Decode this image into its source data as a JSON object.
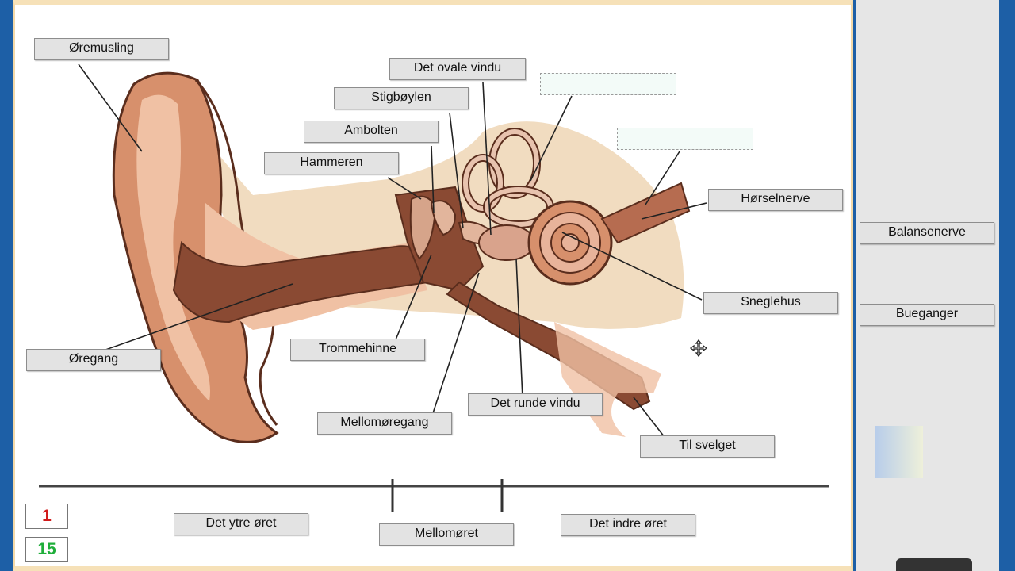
{
  "diagram": {
    "labels": [
      {
        "key": "oremusling",
        "text": "Øremusling"
      },
      {
        "key": "ovale",
        "text": "Det ovale vindu"
      },
      {
        "key": "stigboylen",
        "text": "Stigbøylen"
      },
      {
        "key": "ambolten",
        "text": "Ambolten"
      },
      {
        "key": "hammeren",
        "text": "Hammeren"
      },
      {
        "key": "horselnerve",
        "text": "Hørselnerve"
      },
      {
        "key": "sneglehus",
        "text": "Sneglehus"
      },
      {
        "key": "oregang",
        "text": "Øregang"
      },
      {
        "key": "trommehinne",
        "text": "Trommehinne"
      },
      {
        "key": "runde",
        "text": "Det runde vindu"
      },
      {
        "key": "mellomoregang",
        "text": "Mellomøregang"
      },
      {
        "key": "svelget",
        "text": "Til svelget"
      }
    ],
    "sections": [
      "Det ytre øret",
      "Mellomøret",
      "Det indre øret"
    ]
  },
  "side_labels": [
    "Balansenerve",
    "Bueganger"
  ],
  "counters": {
    "wrong": "1",
    "right": "15"
  },
  "colors": {
    "wrong": "#d11a1a",
    "right": "#1fae3a",
    "skin": "#d7906c",
    "canal": "#8a4a33",
    "bone": "#f1dcc0"
  }
}
